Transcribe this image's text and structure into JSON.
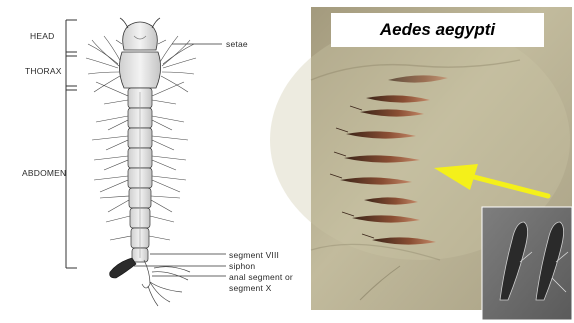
{
  "diagram": {
    "body_regions": {
      "head": "HEAD",
      "thorax": "THORAX",
      "abdomen": "ABDOMEN"
    },
    "callouts": {
      "setae": "setae",
      "segment_viii": "segment VIII",
      "siphon": "siphon",
      "anal_segment_line1": "anal segment or",
      "anal_segment_line2": "segment X"
    }
  },
  "photo": {
    "species_label": "Aedes aegypti",
    "arrow_color": "#f4f01a",
    "background_color": "#b9b293"
  }
}
